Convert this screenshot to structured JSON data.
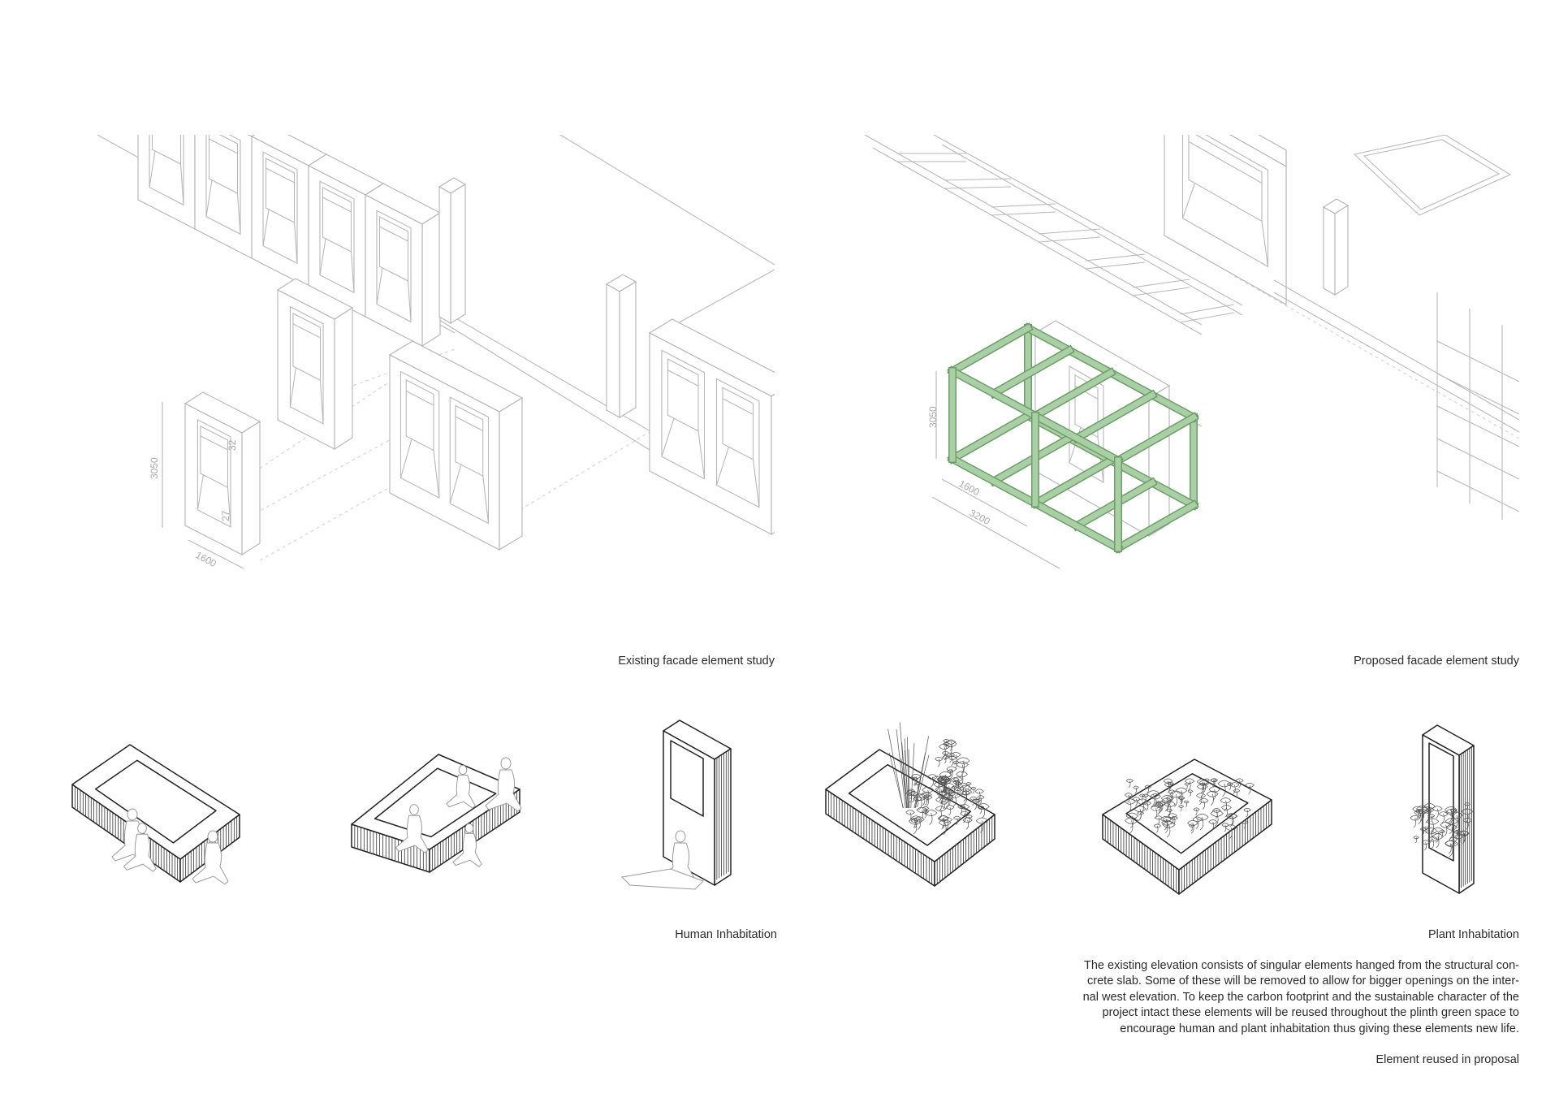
{
  "existing_study": {
    "caption": "Existing facade element study",
    "dimensions": {
      "height": "3050",
      "width": "1600",
      "upper": "32",
      "lower": "27"
    }
  },
  "proposed_study": {
    "caption": "Proposed facade element study",
    "dimensions": {
      "height": "3050",
      "depth": "1600",
      "length": "3200"
    },
    "frame_color": "#a9d0a4",
    "frame_edge_color": "#6f9d6c"
  },
  "inhabitation": {
    "human_caption": "Human Inhabitation",
    "plant_caption": "Plant Inhabitation"
  },
  "description": {
    "lines": [
      "The existing elevation consists of singular elements hanged from the structural con-",
      "crete slab.  Some of these will be removed to allow for bigger openings on the inter-",
      "nal west elevation. To keep the carbon footprint and the sustainable character of the",
      "project intact these elements will be reused throughout the plinth green space  to",
      "encourage human and plant inhabitation thus giving these elements new life."
    ],
    "caption": "Element reused in proposal"
  }
}
